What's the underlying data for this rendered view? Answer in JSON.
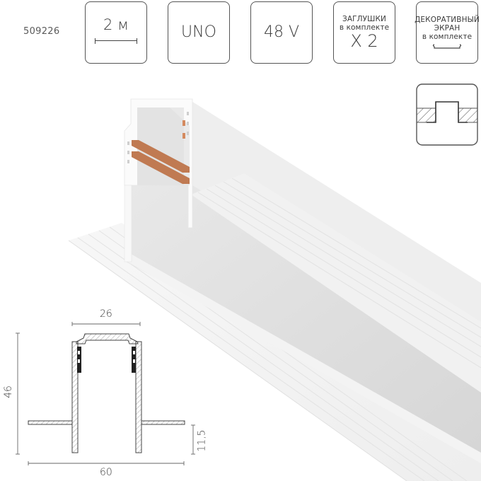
{
  "product": {
    "sku": "509226"
  },
  "badges": [
    {
      "id": "length",
      "value": "2 м",
      "icon": "scale-bar-icon"
    },
    {
      "id": "series",
      "value": "UNO"
    },
    {
      "id": "voltage",
      "value": "48 V"
    },
    {
      "id": "end-caps",
      "line1": "ЗАГЛУШКИ",
      "line2": "в комплекте",
      "value": "X 2"
    },
    {
      "id": "decor-screen",
      "line1": "ДЕКОРАТИВНЫЙ",
      "line2": "ЭКРАН",
      "line3": "в комплекте",
      "icon": "screen-profile-icon"
    }
  ],
  "mount_icon": {
    "name": "recessed-mount-icon"
  },
  "drawing": {
    "width_top": "26",
    "height_total": "46",
    "flange_height": "11,5",
    "width_total": "60"
  },
  "colors": {
    "background": "#ffffff",
    "outline": "#555555",
    "profile_white": "#f2f2f2",
    "profile_shadow": "#d9d9d9",
    "copper": "#c07a52"
  }
}
